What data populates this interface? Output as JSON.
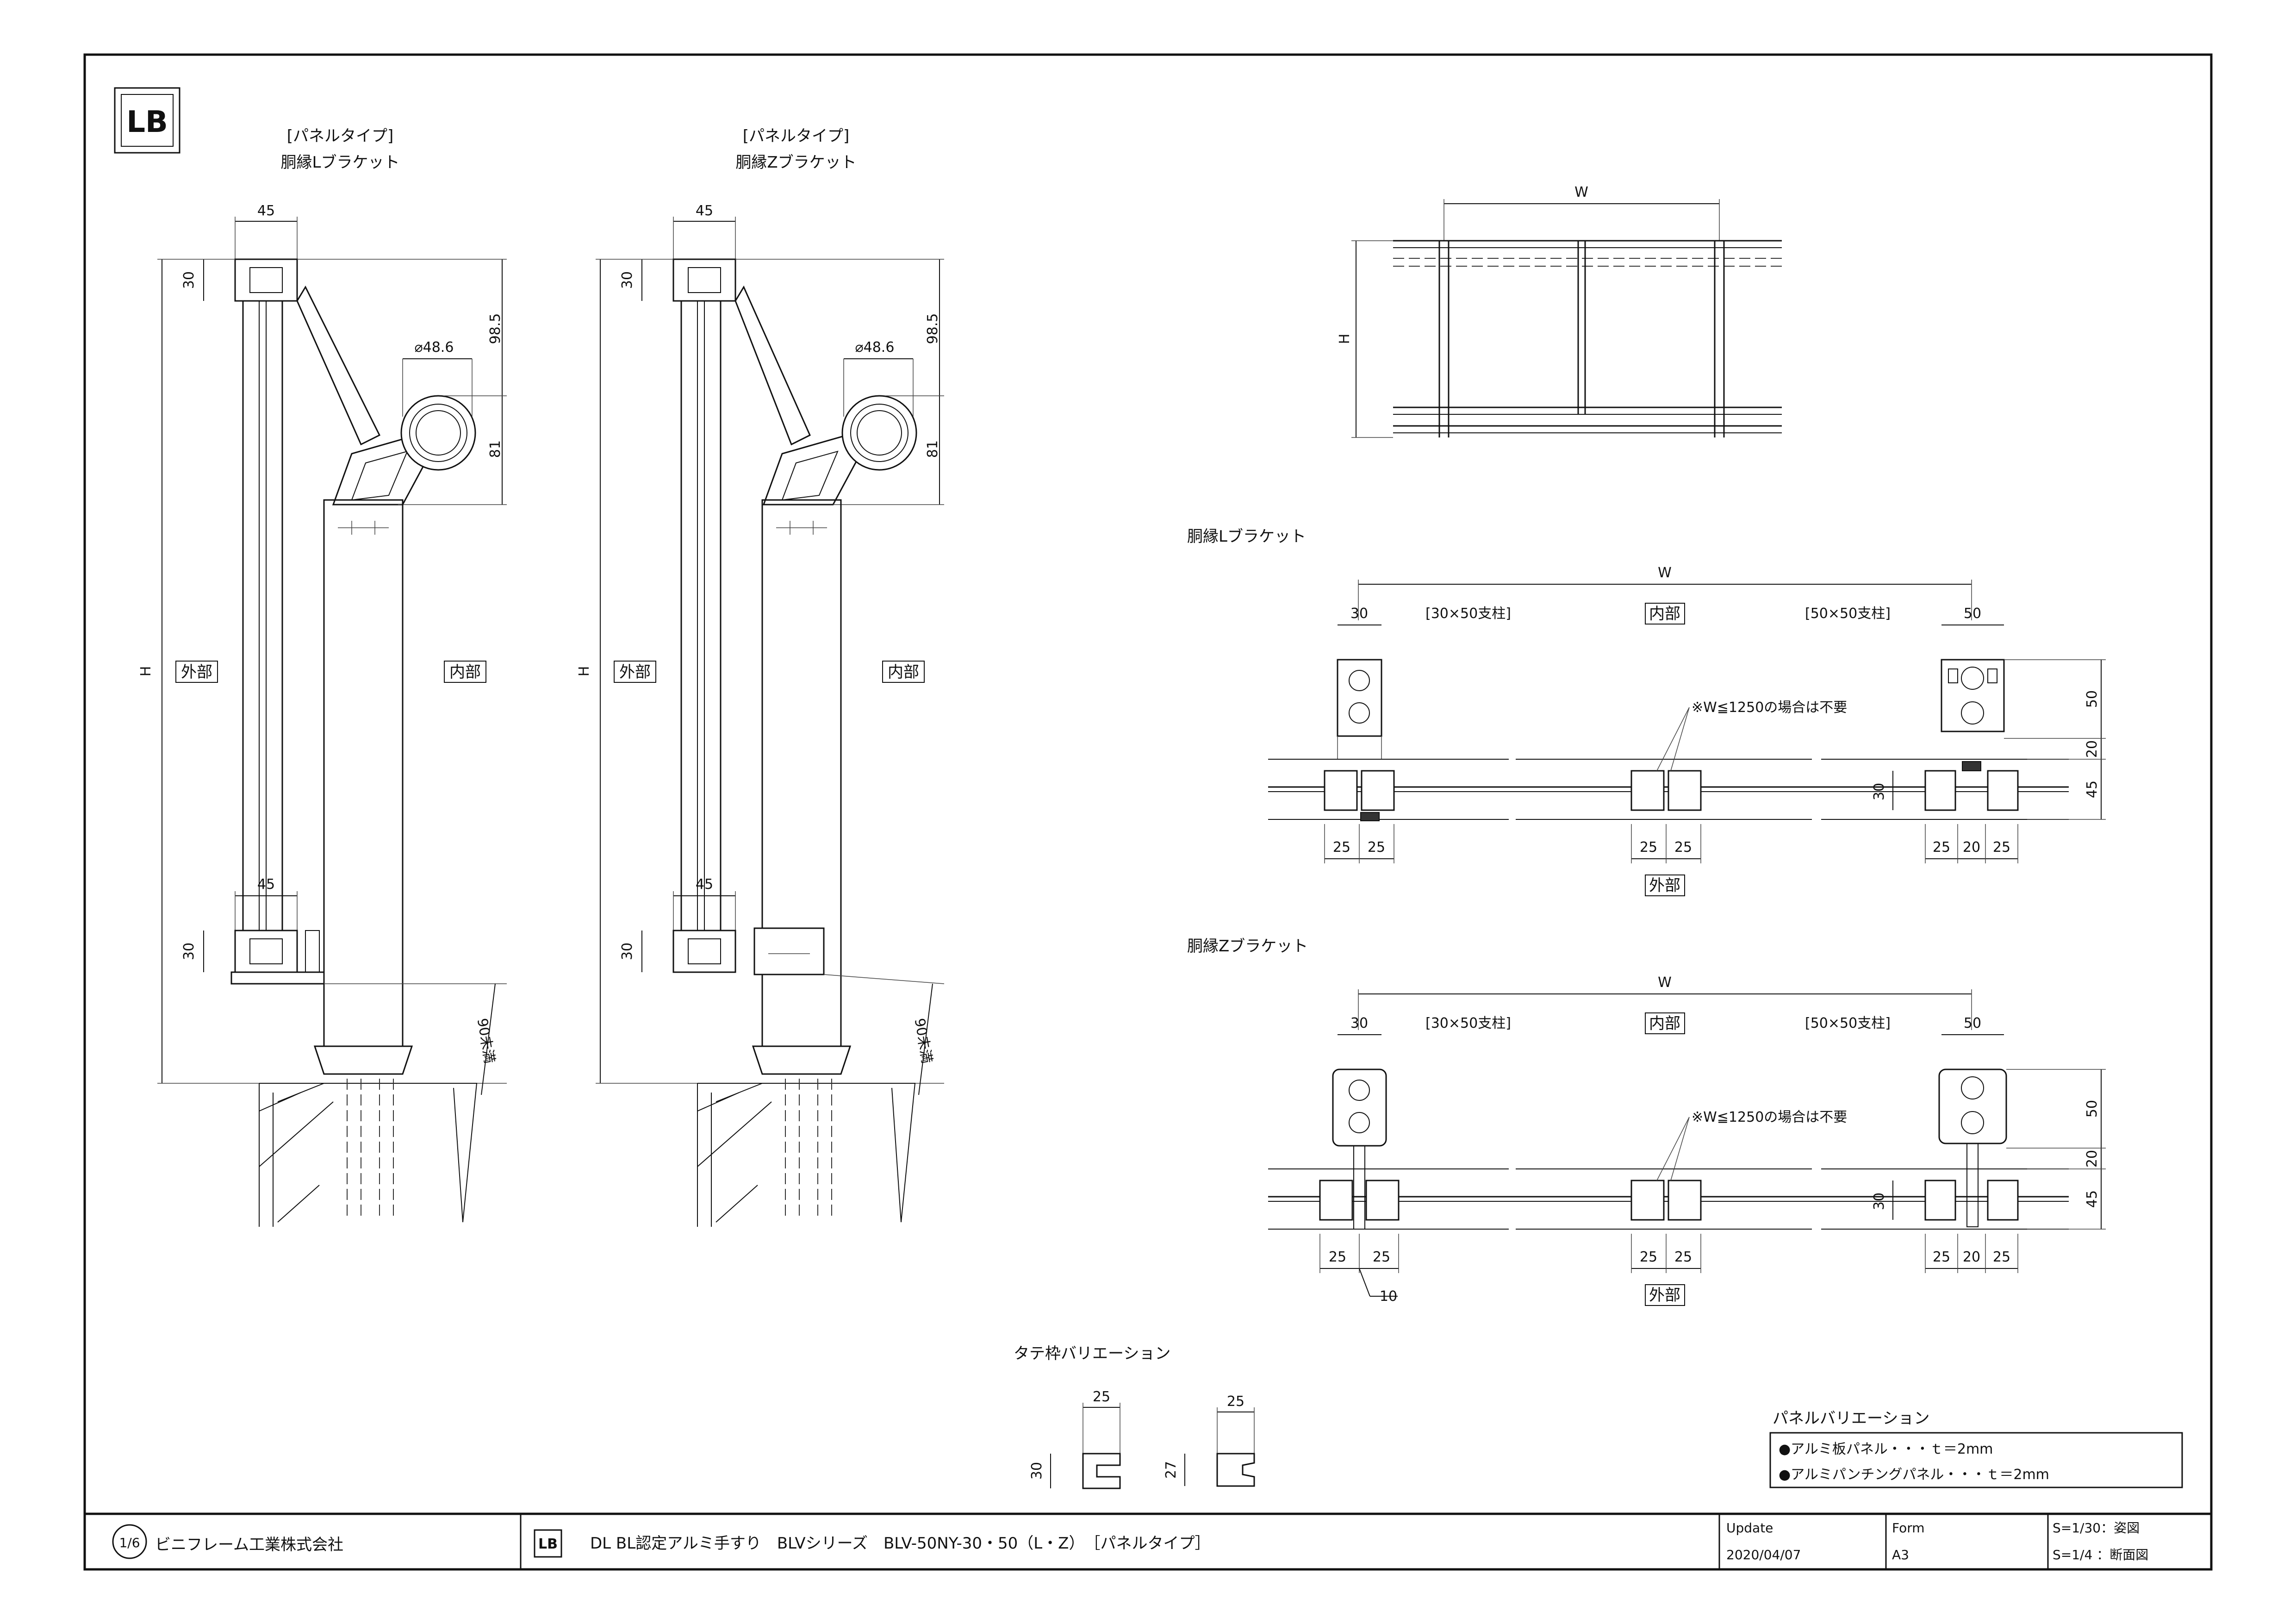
{
  "logo": {
    "text": "LB"
  },
  "left_views": {
    "l_bracket": {
      "title_line1": "[パネルタイプ]",
      "title_line2": "胴縁Lブラケット"
    },
    "z_bracket": {
      "title_line1": "[パネルタイプ]",
      "title_line2": "胴縁Zブラケット"
    },
    "dims": {
      "top_width": "45",
      "top_height": "30",
      "pipe_dia": "⌀48.6",
      "rise": "98.5",
      "pipe_drop": "81",
      "bottom_width": "45",
      "bottom_height": "30",
      "height": "H",
      "embed": "90未満"
    },
    "outside_label": "外部",
    "inside_label": "内部"
  },
  "elevation": {
    "width_label": "W",
    "height_label": "H"
  },
  "plan_l": {
    "title": "胴縁Lブラケット",
    "width_label": "W",
    "post_small": "30",
    "post_small_label": "[30×50支柱]",
    "post_large": "50",
    "post_large_label": "[50×50支柱]",
    "inside_label": "内部",
    "outside_label": "外部",
    "note": "※W≦1250の場合は不要",
    "right_dims": [
      "50",
      "20",
      "45"
    ],
    "left_frame_dim": "30",
    "bottom_dims_a": [
      "25",
      "25"
    ],
    "bottom_dims_b": [
      "25",
      "25"
    ],
    "bottom_dims_c": [
      "25",
      "20",
      "25"
    ]
  },
  "plan_z": {
    "title": "胴縁Zブラケット",
    "width_label": "W",
    "post_small": "30",
    "post_small_label": "[30×50支柱]",
    "post_large": "50",
    "post_large_label": "[50×50支柱]",
    "inside_label": "内部",
    "outside_label": "外部",
    "note": "※W≦1250の場合は不要",
    "right_dims": [
      "50",
      "20",
      "45"
    ],
    "left_frame_dim": "30",
    "bottom_dims_a": [
      "25",
      "25"
    ],
    "bottom_dims_b": [
      "25",
      "25"
    ],
    "bottom_dims_c": [
      "25",
      "20",
      "25"
    ],
    "leader_dim": "10"
  },
  "frame_variation": {
    "title": "タテ枠バリエーション",
    "a_width": "25",
    "a_height": "30",
    "b_width": "25",
    "b_height": "27"
  },
  "panel_variation": {
    "title": "パネルバリエーション",
    "items": [
      "●アルミ板パネル・・・ｔ＝2mm",
      "●アルミパンチングパネル・・・ｔ＝2mm"
    ]
  },
  "title_block": {
    "company": "ビニフレーム工業株式会社",
    "title": "DL BL認定アルミ手すり　BLVシリーズ　BLV-50NY-30・50（L・Z）　［パネルタイプ］",
    "update_label": "Update",
    "update_value": "2020/04/07",
    "form_label": "Form",
    "form_value": "A3",
    "scale1": "S=1/30：姿図",
    "scale2": "S=1/4 ：断面図"
  }
}
